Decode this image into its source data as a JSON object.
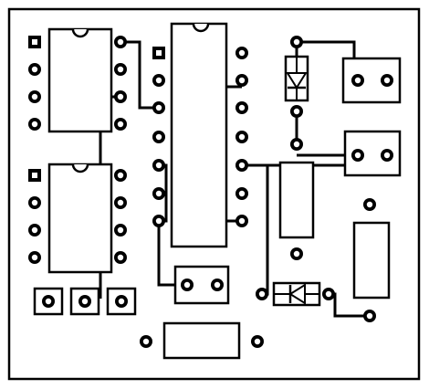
{
  "board": {
    "description_label": "",
    "components": [
      {
        "id": "ic-dip8-top-left",
        "kind": "dip8"
      },
      {
        "id": "ic-dip8-bottom-left",
        "kind": "dip8"
      },
      {
        "id": "ic-dip14-center",
        "kind": "dip14"
      },
      {
        "id": "header-3pin",
        "kind": "connector"
      },
      {
        "id": "diode-upper",
        "kind": "diode"
      },
      {
        "id": "diode-lower",
        "kind": "diode"
      },
      {
        "id": "resistor-center",
        "kind": "resistor"
      },
      {
        "id": "resistor-right",
        "kind": "resistor"
      },
      {
        "id": "resistor-bottom",
        "kind": "resistor"
      },
      {
        "id": "capacitor-top-right",
        "kind": "capacitor"
      },
      {
        "id": "capacitor-mid-right",
        "kind": "capacitor"
      },
      {
        "id": "capacitor-center-bottom",
        "kind": "capacitor"
      }
    ]
  }
}
